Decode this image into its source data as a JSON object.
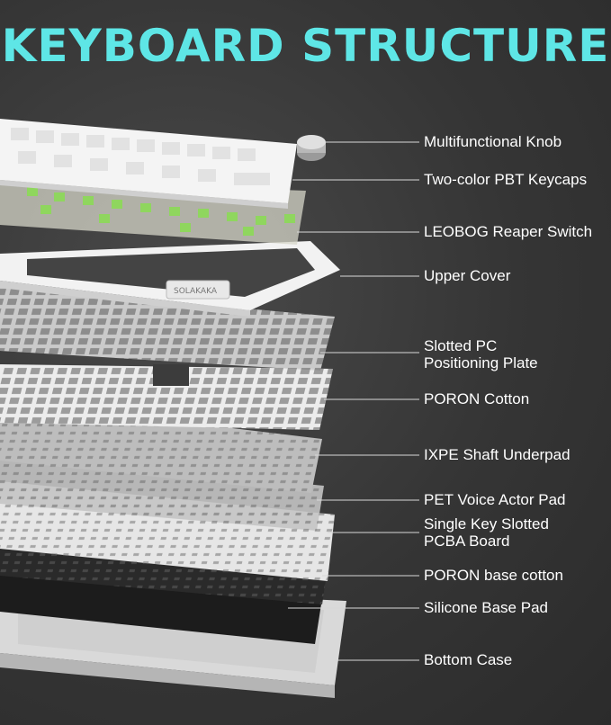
{
  "title": "KEYBOARD STRUCTURE",
  "brand_text": "SOLAKAKA",
  "accent_color": "#5ee6e6",
  "layers": [
    {
      "id": "knob",
      "lines": [
        "Multifunctional Knob"
      ]
    },
    {
      "id": "keycaps",
      "lines": [
        "Two-color PBT Keycaps"
      ]
    },
    {
      "id": "switch",
      "lines": [
        "LEOBOG Reaper Switch"
      ]
    },
    {
      "id": "upper-cover",
      "lines": [
        "Upper Cover"
      ]
    },
    {
      "id": "pc-plate",
      "lines": [
        "Slotted PC",
        "Positioning Plate"
      ]
    },
    {
      "id": "poron-cotton",
      "lines": [
        "PORON Cotton"
      ]
    },
    {
      "id": "ixpe",
      "lines": [
        "IXPE Shaft Underpad"
      ]
    },
    {
      "id": "pet",
      "lines": [
        "PET Voice Actor Pad"
      ]
    },
    {
      "id": "pcba",
      "lines": [
        "Single Key Slotted",
        "PCBA Board"
      ]
    },
    {
      "id": "poron-base",
      "lines": [
        "PORON base cotton"
      ]
    },
    {
      "id": "silicone",
      "lines": [
        "Silicone Base Pad"
      ]
    },
    {
      "id": "bottom-case",
      "lines": [
        "Bottom Case"
      ]
    }
  ]
}
